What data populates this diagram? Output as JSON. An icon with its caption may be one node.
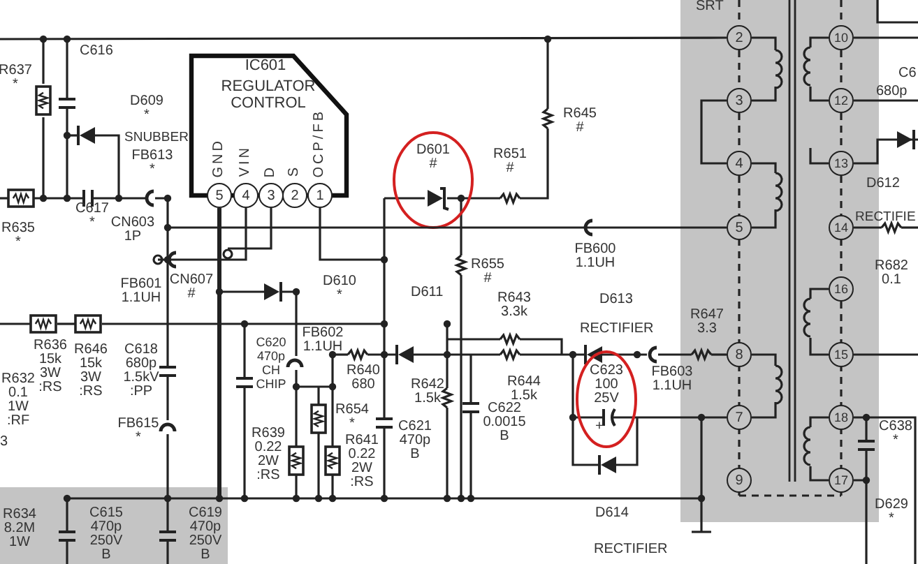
{
  "diagram": {
    "nodes": [
      {
        "text": [
          "IC601",
          "REGULATOR CONTROL"
        ]
      },
      {
        "text": [
          "5"
        ],
        "in": 0,
        "beside": [
          "GND"
        ]
      },
      {
        "text": [
          "4"
        ],
        "in": 0,
        "beside": [
          "VIN"
        ]
      },
      {
        "text": [
          "3"
        ],
        "in": 0,
        "beside": [
          "D"
        ]
      },
      {
        "text": [
          "2"
        ],
        "in": 0,
        "beside": [
          "S"
        ]
      },
      {
        "text": [
          "1"
        ],
        "in": 0,
        "beside": [
          "OCP/FB"
        ]
      },
      {
        "text": [
          "2"
        ]
      },
      {
        "text": [
          "3"
        ]
      },
      {
        "text": [
          "4"
        ]
      },
      {
        "text": [
          "5"
        ]
      },
      {
        "text": [
          "8"
        ]
      },
      {
        "text": [
          "7"
        ]
      },
      {
        "text": [
          "9"
        ]
      },
      {
        "text": [
          "10"
        ]
      },
      {
        "text": [
          "12"
        ]
      },
      {
        "text": [
          "13"
        ]
      },
      {
        "text": [
          "14"
        ]
      },
      {
        "text": [
          "16"
        ]
      },
      {
        "text": [
          "15"
        ]
      },
      {
        "text": [
          "18"
        ]
      },
      {
        "text": [
          "17"
        ]
      }
    ],
    "edges": [
      {
        "from": 7,
        "to": 8,
        "arrow": "none"
      },
      {
        "from": 1,
        "to": 11,
        "arrow": "none"
      },
      {
        "from": 2,
        "to": 9,
        "arrow": "none"
      },
      {
        "from": null,
        "to": 6,
        "arrow": "none"
      }
    ],
    "labels": [
      "SRT",
      "C616",
      "R637 *",
      "D609 *",
      "SNUBBER",
      "FB613 *",
      "R645 #",
      "D601 #",
      "R651 #",
      "R635 *",
      "C617 *",
      "CN603 1P",
      "R655 #",
      "FB600 1.1UH",
      "C6",
      "680p",
      "D612",
      "RECTIFIE",
      "R682 0.1",
      "FB601 1.1UH",
      "CN607 #",
      "D610 *",
      "D611",
      "R643 3.3k",
      "D613",
      "RECTIFIER",
      "R647 3.3",
      "R636 15k 3W :RS",
      "R646 15k 3W :RS",
      "C618 680p 1.5kV :PP",
      "C620 470p CH CHIP",
      "FB602 1.1UH",
      "R640 680",
      "R642 1.5k",
      "R644 1.5k",
      "C623 100 25V",
      "FB603 1.1UH",
      "R632 0.1 1W :RF",
      "R654 *",
      "C622 0.0015 B",
      "C621 470p B",
      "FB615 *",
      "+",
      "C638 *",
      "R639 0.22 2W :RS",
      "R641 0.22 2W :RS",
      "3",
      "D629 *",
      "D614",
      "R634 8.2M 1W",
      "C615 470p 250V B",
      "C619 470p 250V B",
      "RECTIFIER"
    ]
  }
}
